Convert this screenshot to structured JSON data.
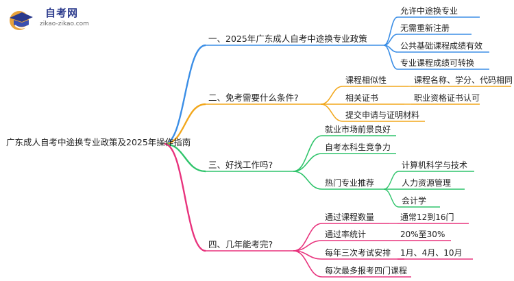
{
  "logo": {
    "name": "自考网",
    "url": "zikao-zikao.com"
  },
  "root": "广东成人自考中途换专业政策及2025年操作指南",
  "colors": {
    "blue": "#3b8ee6",
    "orange": "#f2a71c",
    "green": "#2fc46b",
    "magenta": "#e8337d"
  },
  "branches": [
    {
      "label": "一、2025年广东成人自考中途换专业政策",
      "children": [
        {
          "label": "允许中途换专业"
        },
        {
          "label": "无需重新注册"
        },
        {
          "label": "公共基础课程成绩有效"
        },
        {
          "label": "专业课程成绩可转换"
        }
      ]
    },
    {
      "label": "二、免考需要什么条件?",
      "children": [
        {
          "label": "课程相似性",
          "children": [
            {
              "label": "课程名称、学分、代码相同"
            }
          ]
        },
        {
          "label": "相关证书",
          "children": [
            {
              "label": "职业资格证书认可"
            }
          ]
        },
        {
          "label": "提交申请与证明材料"
        }
      ]
    },
    {
      "label": "三、好找工作吗?",
      "children": [
        {
          "label": "就业市场前景良好"
        },
        {
          "label": "自考本科生竞争力"
        },
        {
          "label": "热门专业推荐",
          "children": [
            {
              "label": "计算机科学与技术"
            },
            {
              "label": "人力资源管理"
            },
            {
              "label": "会计学"
            }
          ]
        }
      ]
    },
    {
      "label": "四、几年能考完?",
      "children": [
        {
          "label": "通过课程数量",
          "children": [
            {
              "label": "通常12到16门"
            }
          ]
        },
        {
          "label": "通过率统计",
          "children": [
            {
              "label": "20%至30%"
            }
          ]
        },
        {
          "label": "每年三次考试安排",
          "children": [
            {
              "label": "1月、4月、10月"
            }
          ]
        },
        {
          "label": "每次最多报考四门课程"
        }
      ]
    }
  ]
}
